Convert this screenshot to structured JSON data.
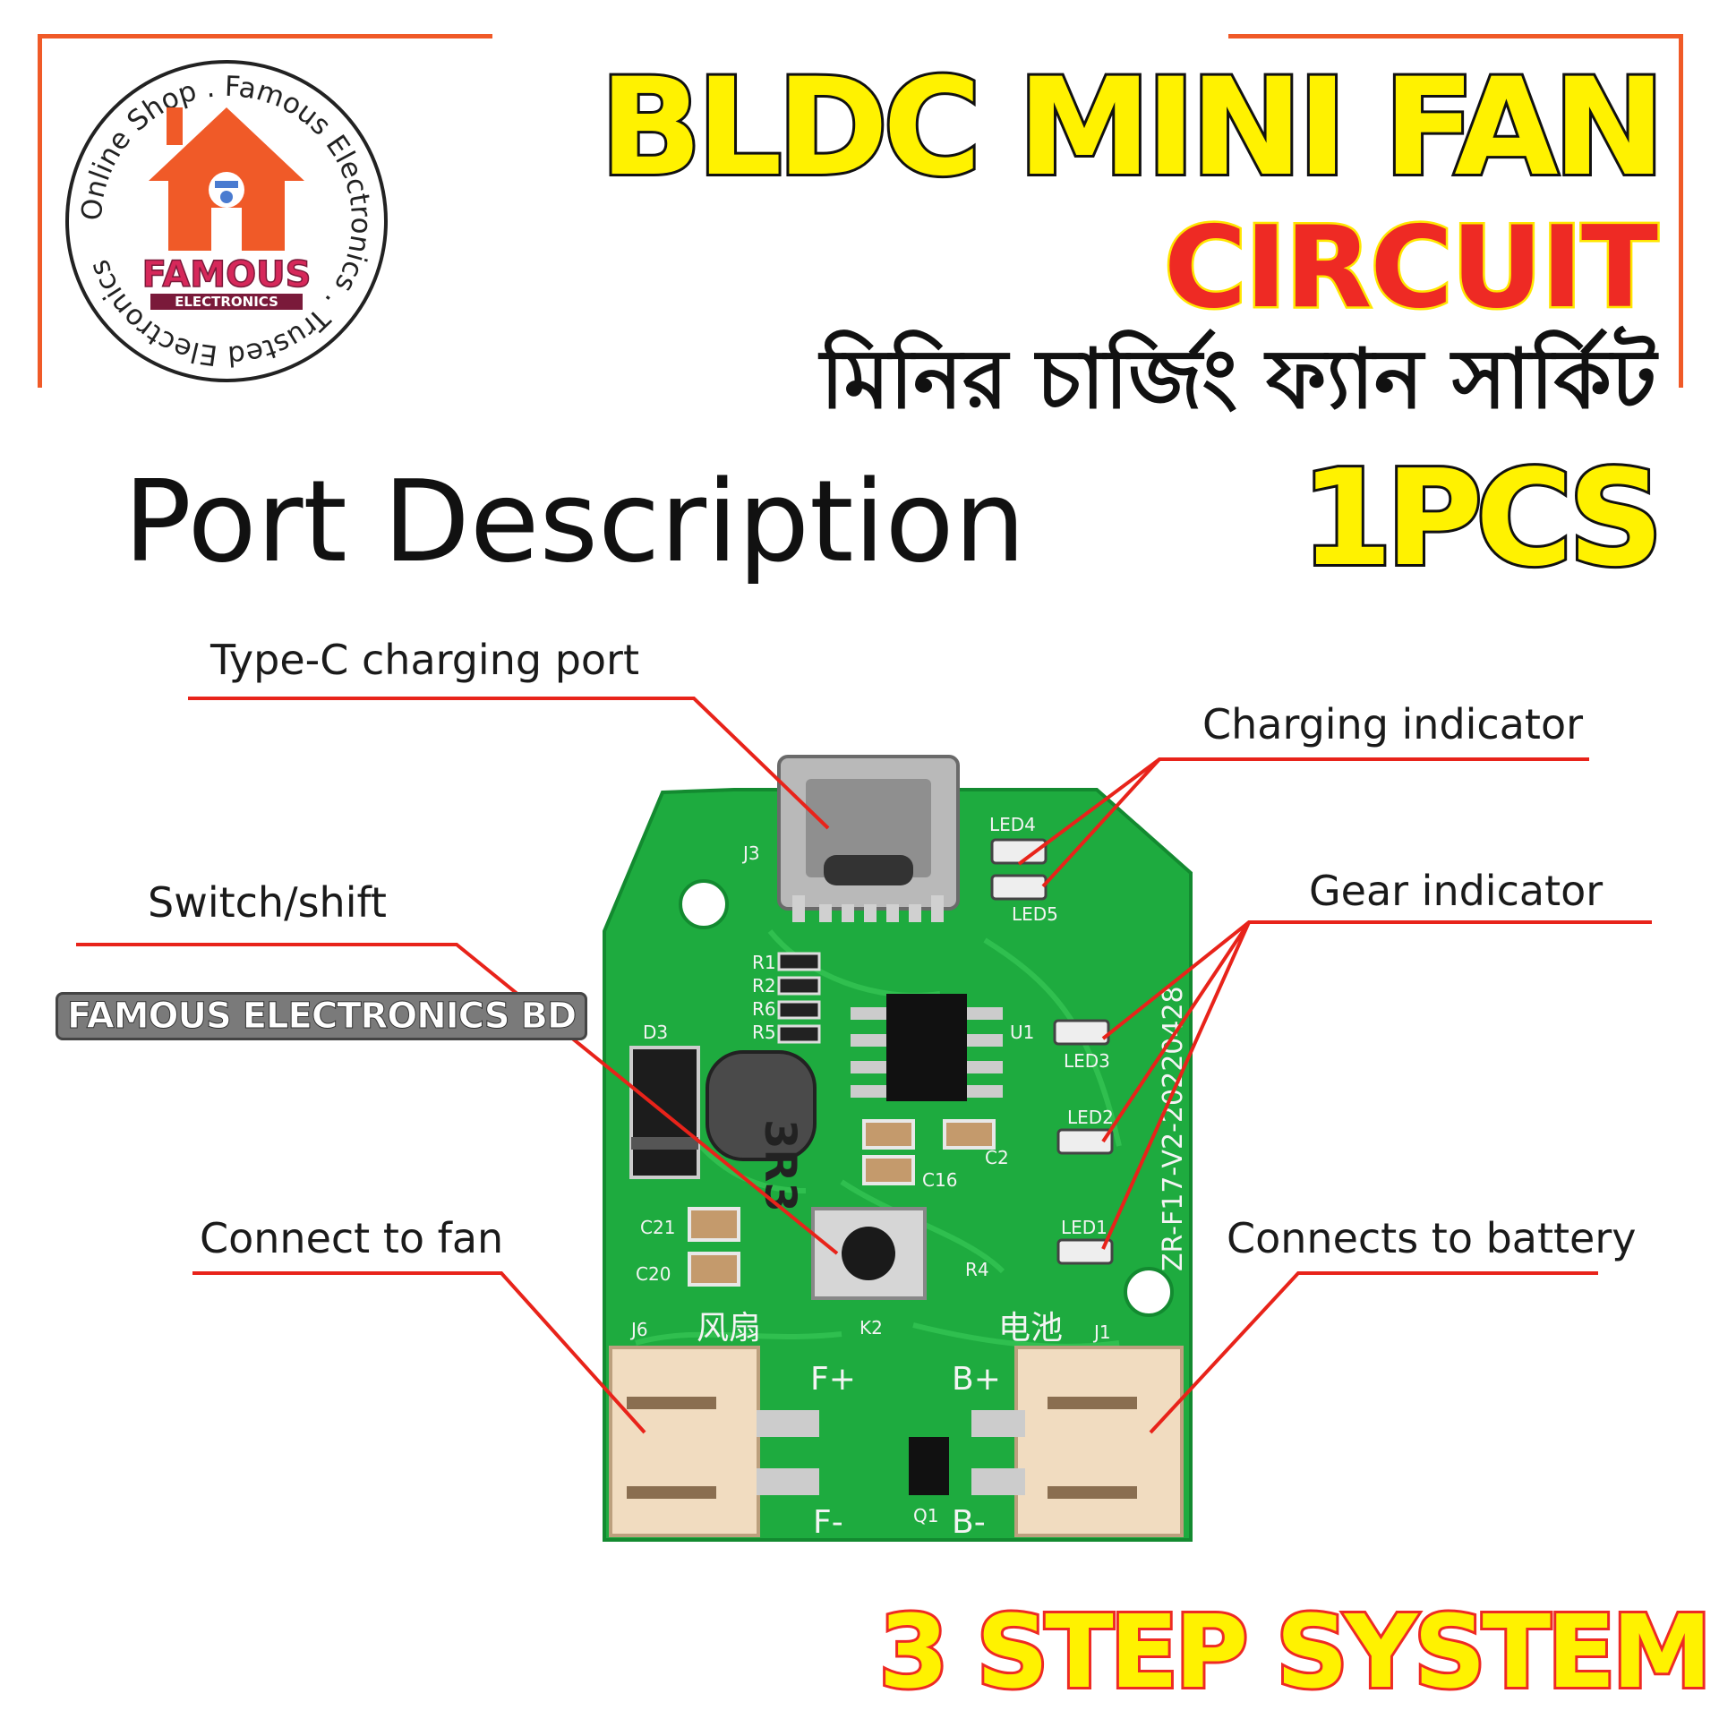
{
  "logo": {
    "ring_text": "Online Shop . Famous Electronics . Trusted Electronics",
    "brand": "FAMOUS",
    "brand_sub": "ELECTRONICS"
  },
  "title": {
    "line1": "BLDC MINI FAN",
    "line2": "CIRCUIT",
    "bangla": "মিনির চার্জিং ফ্যান সার্কিট",
    "qty": "1PCS"
  },
  "port_title": "Port Description",
  "labels": {
    "typec": "Type-C charging port",
    "charging": "Charging indicator",
    "switch": "Switch/shift",
    "gear": "Gear indicator",
    "fan": "Connect to fan",
    "battery": "Connects to battery"
  },
  "watermark": "FAMOUS ELECTRONICS BD",
  "pcb": {
    "silk_j3": "J3",
    "silk_led4": "LED4",
    "silk_led5": "LED5",
    "silk_led3": "LED3",
    "silk_led2": "LED2",
    "silk_led1": "LED1",
    "silk_r1": "R1",
    "silk_r2": "R2",
    "silk_r6": "R6",
    "silk_r5": "R5",
    "silk_d3": "D3",
    "silk_u1": "U1",
    "silk_inductor": "3R3",
    "silk_c2": "C2",
    "silk_c16": "C16",
    "silk_c21": "C21",
    "silk_c20": "C20",
    "silk_r4": "R4",
    "silk_k2": "K2",
    "silk_j_fan": "J6",
    "silk_j1": "J1",
    "silk_fan_cn": "风扇",
    "silk_bat_cn": "电池",
    "silk_fplus": "F+",
    "silk_fminus": "F-",
    "silk_bplus": "B+",
    "silk_bminus": "B-",
    "silk_q1": "Q1",
    "silk_board": "ZR-F17-V2-20220428"
  },
  "bottom": "3 STEP SYSTEM",
  "colors": {
    "frame": "#f05a28",
    "pcb": "#1eab3f",
    "leader": "#e8231a",
    "title_yellow": "#fff200",
    "title_red": "#ee2a24"
  }
}
